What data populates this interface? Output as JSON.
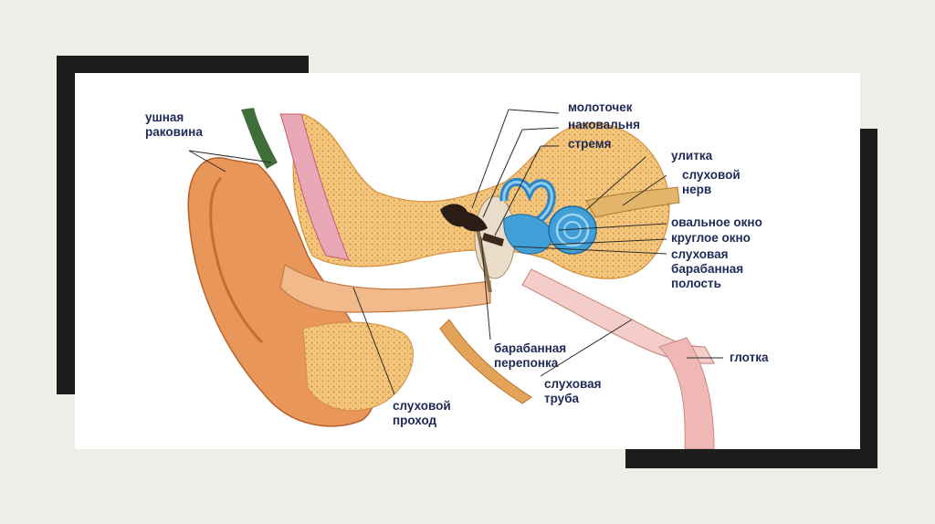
{
  "labels": {
    "auricle": [
      "ушная",
      "раковина"
    ],
    "malleus": "молоточек",
    "incus": "наковальня",
    "stapes": "стремя",
    "cochlea": "улитка",
    "auditory_nerve": [
      "слуховой",
      "нерв"
    ],
    "oval_window": "овальное окно",
    "round_window": "круглое окно",
    "tympanic_cavity": [
      "слуховая",
      "барабанная",
      "полость"
    ],
    "pharynx": "глотка",
    "eardrum": [
      "барабанная",
      "перепонка"
    ],
    "eustachian_tube": [
      "слуховая",
      "труба"
    ],
    "ear_canal": [
      "слуховой",
      "проход"
    ]
  },
  "colors": {
    "background": "#efede8",
    "frame": "#1c1c1a",
    "card": "#ffffff",
    "label_text": "#1e2a55",
    "skin": "#e8965a",
    "bone": "#f3c77e",
    "inner_ear": "#3f9fd6"
  }
}
